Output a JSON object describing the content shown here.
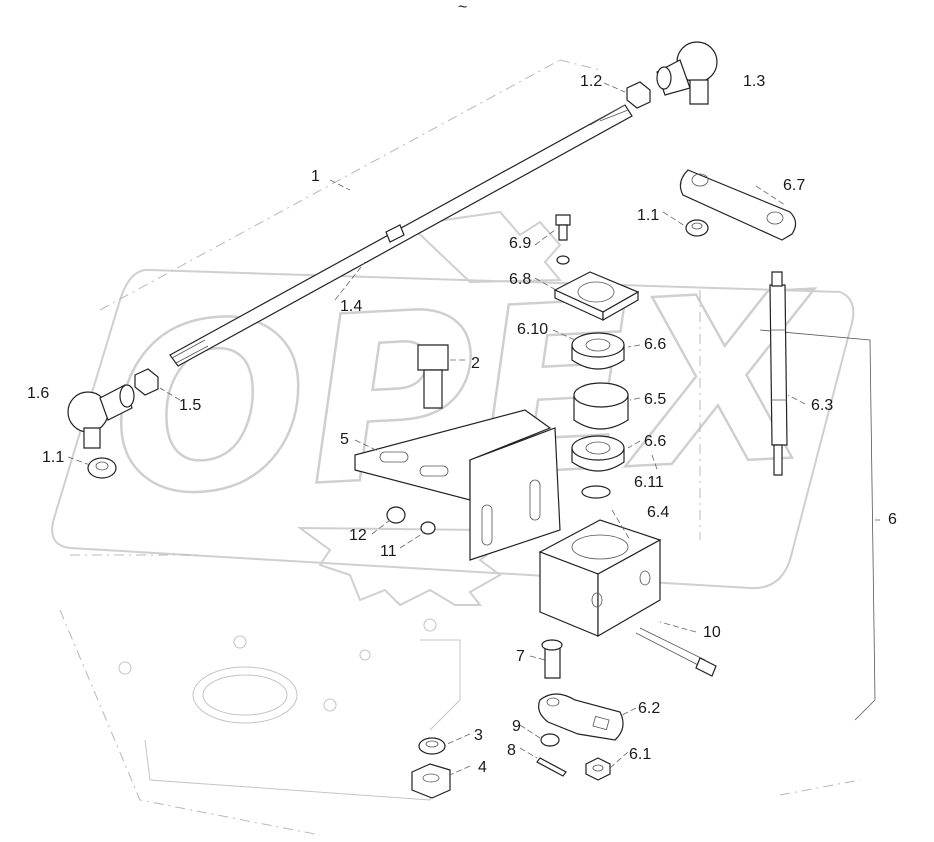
{
  "header_mark": "~",
  "watermark_text": "OPEX",
  "callouts": {
    "c1": "1",
    "c1_1a": "1.1",
    "c1_1b": "1.1",
    "c1_2": "1.2",
    "c1_3": "1.3",
    "c1_4": "1.4",
    "c1_5": "1.5",
    "c1_6": "1.6",
    "c2": "2",
    "c3": "3",
    "c4": "4",
    "c5": "5",
    "c6": "6",
    "c6_1": "6.1",
    "c6_2": "6.2",
    "c6_3": "6.3",
    "c6_4": "6.4",
    "c6_5": "6.5",
    "c6_6a": "6.6",
    "c6_6b": "6.6",
    "c6_7": "6.7",
    "c6_8": "6.8",
    "c6_9": "6.9",
    "c6_10": "6.10",
    "c6_11": "6.11",
    "c7": "7",
    "c8": "8",
    "c9": "9",
    "c10": "10",
    "c11": "11",
    "c12": "12"
  }
}
